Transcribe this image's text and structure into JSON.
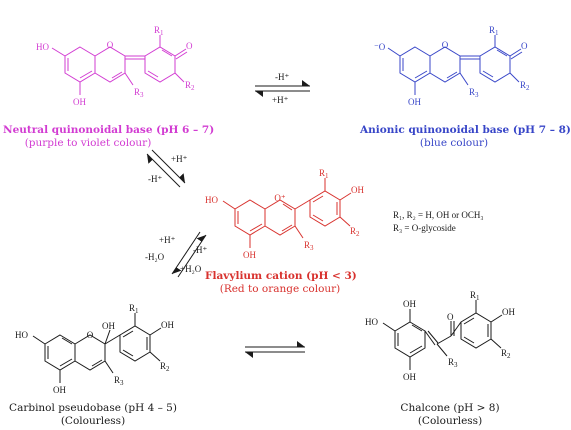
{
  "colors": {
    "neutral": "#d23cd2",
    "anionic": "#3846c8",
    "flavylium": "#d8322e",
    "colourless": "#1a1a1a"
  },
  "structures": {
    "neutral": {
      "groups": {
        "r1": "R",
        "r1_sub": "1",
        "r2": "R",
        "r2_sub": "2",
        "r3": "R",
        "r3_sub": "3",
        "oh_left": "HO",
        "oh_bottom": "OH",
        "oxo": "O"
      },
      "caption_title": "Neutral quinonoidal base (pH 6 – 7)",
      "caption_subtitle": "(purple to violet colour)"
    },
    "anionic": {
      "groups": {
        "r1": "R",
        "r1_sub": "1",
        "r2": "R",
        "r2_sub": "2",
        "r3": "R",
        "r3_sub": "3",
        "o_minus": "⁻O",
        "oh_bottom": "OH",
        "oxo": "O"
      },
      "caption_title": "Anionic quinonoidal base (pH 7 – 8)",
      "caption_subtitle": "(blue colour)"
    },
    "flavylium": {
      "groups": {
        "r1": "R",
        "r1_sub": "1",
        "r2": "R",
        "r2_sub": "2",
        "r3": "R",
        "r3_sub": "3",
        "oh_left": "HO",
        "oh_bottom": "OH",
        "oh_right": "OH",
        "o_plus": "O⁺"
      },
      "caption_title": "Flavylium cation (pH < 3)",
      "caption_subtitle": "(Red to orange colour)"
    },
    "carbinol": {
      "groups": {
        "r1": "R",
        "r1_sub": "1",
        "r2": "R",
        "r2_sub": "2",
        "r3": "R",
        "r3_sub": "3",
        "oh_left": "HO",
        "oh_bottom": "OH",
        "oh_right": "OH",
        "oh_c2": "OH",
        "ring_o": "O"
      },
      "caption_title": "Carbinol pseudobase (pH 4 – 5)",
      "caption_subtitle": "(Colourless)"
    },
    "chalcone": {
      "groups": {
        "r1": "R",
        "r1_sub": "1",
        "r2": "R",
        "r2_sub": "2",
        "r3": "R",
        "r3_sub": "3",
        "oh_top": "OH",
        "oh_left": "HO",
        "oh_bottom": "OH",
        "oh_right": "OH",
        "carbonyl_o": "O"
      },
      "caption_title": "Chalcone (pH > 8)",
      "caption_subtitle": "(Colourless)"
    }
  },
  "arrows": {
    "neutral_anionic": {
      "top": "-H⁺",
      "bottom": "+H⁺"
    },
    "neutral_flavylium": {
      "top": "+H⁺",
      "bottom": "-H⁺"
    },
    "flavylium_carbinol": {
      "a": "+H⁺",
      "b": "-H⁺",
      "c": "-H₂O",
      "d": "+H₂O"
    }
  },
  "legend": {
    "line1": "R₁, R₂ = H, OH or OCH₃",
    "line2": "R₃ = O-glycoside"
  }
}
